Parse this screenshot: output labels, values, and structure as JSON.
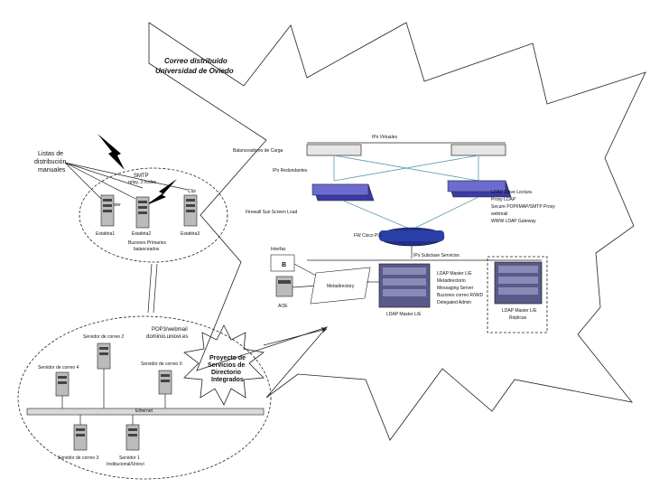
{
  "title": {
    "line1": "Correo distribuido",
    "line2": "Universidad de Oviedo"
  },
  "left_top": {
    "lists_label": [
      "Listas de",
      "distribución",
      "manuales"
    ],
    "smtp_label": "SMTP",
    "smtp_sub": "relay, 3 nodos",
    "cluster_label": "Cluster",
    "lb_label": "Clúr",
    "servers": [
      "Estafeta1",
      "Estafeta2",
      "Estafeta3"
    ],
    "mailboxes_label": [
      "Buzones Primarios",
      "balanceados"
    ]
  },
  "left_bottom": {
    "pop_label": [
      "POP3/webmail",
      "dominio.uniovi.es"
    ],
    "servers": {
      "s2": "Servidor de correo 2",
      "s4": "Servidor de correo 4",
      "sx": "Servidor de correo X",
      "s3": "Servidor de correo 3",
      "s1": [
        "Servidor 1",
        "Institucional/Uniovi"
      ]
    },
    "ethernet_label": "Ethernet"
  },
  "project_star": [
    "Proyecto de",
    "Servicios de",
    "Directorio",
    "Integrados"
  ],
  "right": {
    "ips_virtuales": "IPs Virtuales",
    "balancer_label": "Balanceadores de Carga",
    "ips_redundant": "IPs Redundantes",
    "firewall_label": "Firewall Sun Screen Load",
    "pix_label": "FW Cisco PIX",
    "subclass_label": "IPs Subclase Servicios",
    "slave_list": [
      "LDAP Slave Lectura",
      "Proxy LDAP",
      "Secure POP/IMAP/SMTP Proxy",
      "webmail",
      "WWW LDAP Gateway"
    ],
    "master_list": [
      "LDAP Master L/E",
      "Metadirectorio",
      "Messaging Server",
      "Buzones correo R/W/D",
      "Delegated Admin"
    ],
    "master_label": "LDAP Master L/E",
    "replicas_label": [
      "LDAP Master L/E",
      "Réplicas"
    ],
    "interfaz_label": "Interfaz",
    "db_label": "B",
    "aoe_label": "AOE",
    "meta_label": "Metadirectory"
  }
}
